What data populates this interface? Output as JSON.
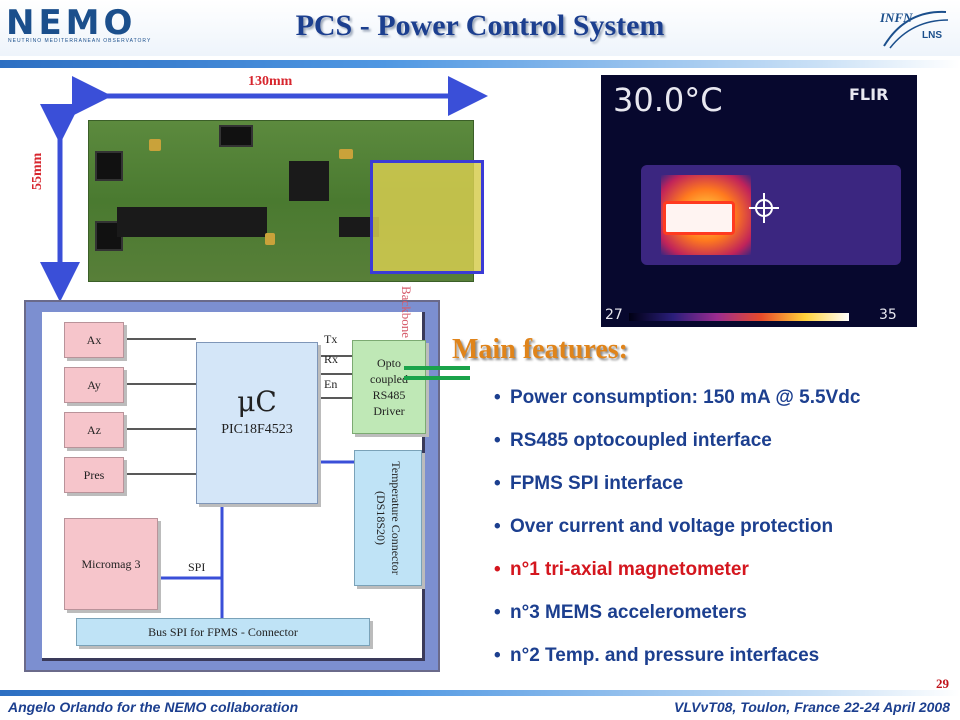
{
  "header": {
    "title": "PCS  -  Power Control System",
    "left_logo": {
      "name": "NEMO",
      "tagline": "NEUTRINO MEDITERRANEAN OBSERVATORY"
    },
    "right_logo": {
      "name": "INFN",
      "sub": "LNS"
    }
  },
  "board_photo": {
    "width_label": "130mm",
    "height_label": "55mm"
  },
  "thermal_image": {
    "temperature": "30.0°C",
    "brand": "FLIR",
    "scale_min": "27",
    "scale_max": "35"
  },
  "block_diagram": {
    "sensors": [
      "Ax",
      "Ay",
      "Az",
      "Pres"
    ],
    "micromag": "Micromag 3",
    "microcontroller": {
      "symbol": "μC",
      "part": "PIC18F4523"
    },
    "opto_driver": "Opto coupled RS485 Driver",
    "signals": {
      "tx": "Tx",
      "rx": "Rx",
      "en": "En",
      "spi": "SPI"
    },
    "temperature_connector": "Temperature Connector (DS18S20)",
    "bus": "Bus SPI for FPMS - Connector",
    "backbone": "Backbone"
  },
  "features": {
    "title": "Main features:",
    "items": [
      "Power consumption: 150 mA @ 5.5Vdc",
      "RS485 optocoupled interface",
      "FPMS SPI interface",
      "Over current and voltage protection",
      "n°1 tri-axial magnetometer",
      "n°3 MEMS accelerometers",
      "n°2 Temp. and pressure interfaces"
    ],
    "highlight_color": "#d4161e"
  },
  "footer": {
    "page_number": "29",
    "left": "Angelo Orlando for the NEMO collaboration",
    "right": "VLVνT08, Toulon, France 22-24 April 2008"
  },
  "colors": {
    "title": "#1c3f8f",
    "accent_orange": "#e0841a",
    "arrow_blue": "#3a4fd8",
    "dimension_red": "#d7262e"
  }
}
